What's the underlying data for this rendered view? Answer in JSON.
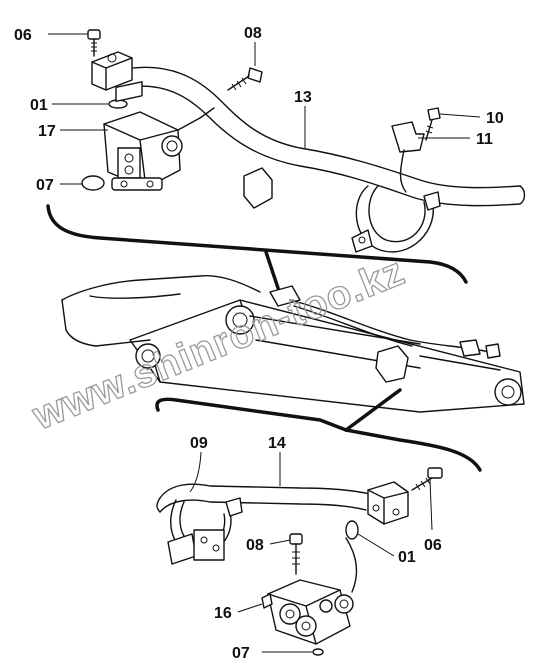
{
  "labels": {
    "top": {
      "screw_06": "06",
      "bolt_08": "08",
      "oring_01": "01",
      "valve_17": "17",
      "oring_07": "07",
      "pipe_13": "13",
      "bolt_10": "10",
      "bracket_11": "11"
    },
    "bottom": {
      "clamp_09": "09",
      "pipe_14": "14",
      "bolt_08": "08",
      "screw_06": "06",
      "oring_01": "01",
      "valve_16": "16",
      "oring_07": "07"
    }
  },
  "watermark": "www.shinron-too.kz"
}
